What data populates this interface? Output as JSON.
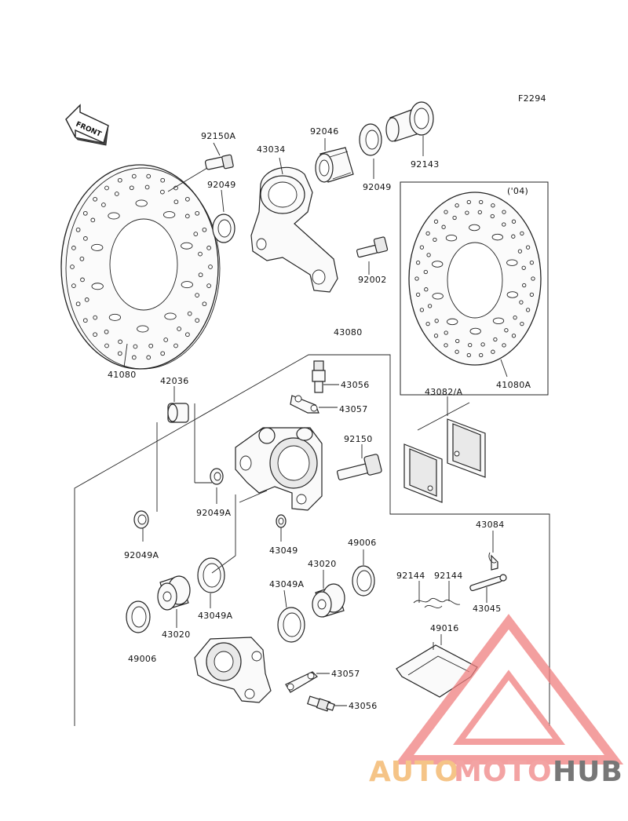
{
  "figure_code": "F2294",
  "front_arrow_text": "FRONT",
  "year_note": "('04)",
  "labels": {
    "p92150A": "92150A",
    "p43034": "43034",
    "p92046": "92046",
    "p92143": "92143",
    "p92049_top": "92049",
    "p92049_left": "92049",
    "p92002": "92002",
    "p41080": "41080",
    "p41080A": "41080A",
    "p43080": "43080",
    "p42036": "42036",
    "p43056_top": "43056",
    "p43057_top": "43057",
    "p92150": "92150",
    "p43082A": "43082/A",
    "p92049A_mid": "92049A",
    "p92049A_left": "92049A",
    "p43049": "43049",
    "p49006_right": "49006",
    "p43084": "43084",
    "p43020_mid": "43020",
    "p43049A_mid": "43049A",
    "p92144_a": "92144",
    "p92144_b": "92144",
    "p43045": "43045",
    "p43049A_left": "43049A",
    "p43020_left": "43020",
    "p49006_left": "49006",
    "p49016": "49016",
    "p43057_bottom": "43057",
    "p43056_bottom": "43056"
  },
  "watermark": {
    "text_a": "AUTO",
    "text_b": "MOTO",
    "text_c": "HUB",
    "color_a": "#f5c487",
    "color_b": "#f3a3a3",
    "color_c": "#777777",
    "logo_color": "#f08080"
  }
}
